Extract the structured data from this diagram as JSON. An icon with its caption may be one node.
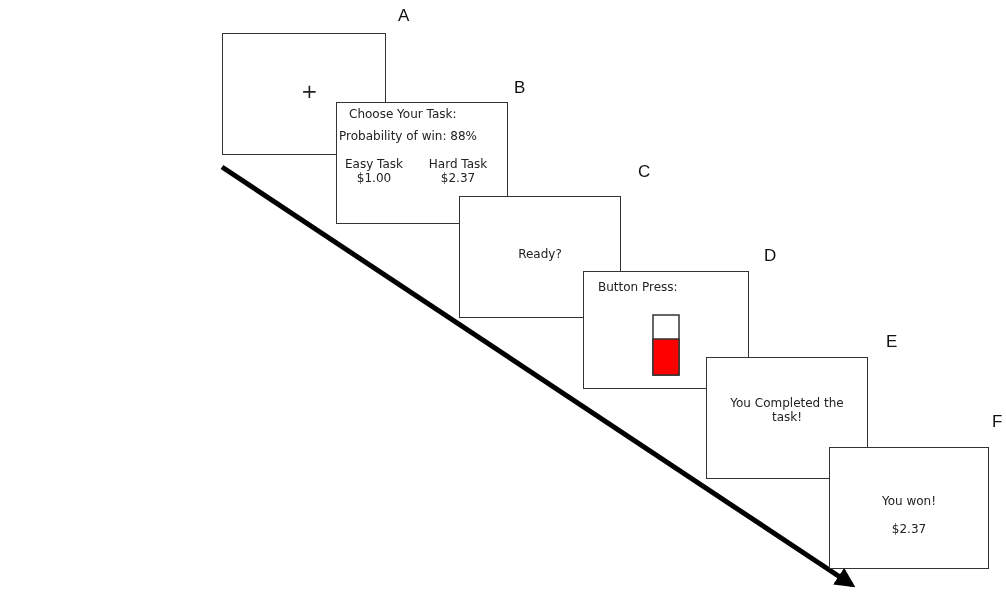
{
  "diagram": {
    "nodes": [
      {
        "text": [
          "+"
        ],
        "beside": [
          "A"
        ]
      },
      {
        "text": [
          "Choose Your Task:",
          "Probability of win: 88%",
          "Easy Task $1.00",
          "Hard Task $2.37"
        ],
        "beside": [
          "B"
        ]
      },
      {
        "text": [
          "Ready?"
        ],
        "beside": [
          "C"
        ]
      },
      {
        "text": [
          "Button Press:"
        ],
        "beside": [
          "D"
        ]
      },
      {
        "text": [
          "You Completed the task!"
        ],
        "beside": [
          "E"
        ]
      },
      {
        "text": [
          "You won!",
          "$2.37"
        ],
        "beside": [
          "F"
        ]
      }
    ],
    "edges": []
  }
}
